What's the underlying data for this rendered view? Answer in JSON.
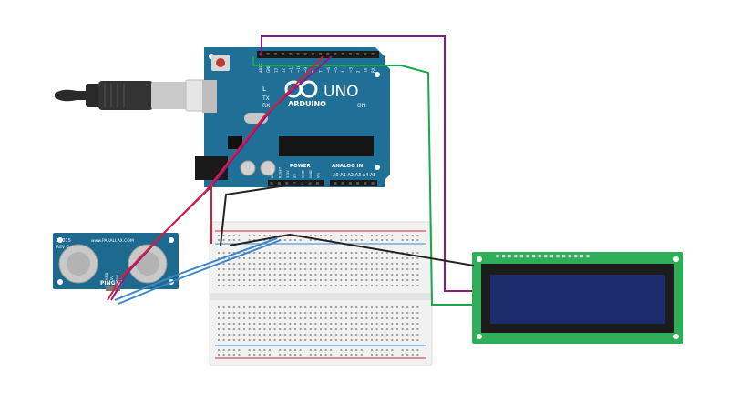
{
  "arduino": {
    "logo_text": "ARDUINO",
    "model": "UNO",
    "power_label": "POWER",
    "analog_label": "ANALOG IN",
    "power_pins": [
      "IOREF",
      "RESET",
      "3.3V",
      "5V",
      "GND",
      "GND",
      "Vin"
    ],
    "analog_pins": [
      "A0",
      "A1",
      "A2",
      "A3",
      "A4",
      "A5"
    ],
    "digital_header_labels": [
      "AREF",
      "GND",
      "13",
      "12",
      "~11",
      "~10",
      "~9",
      "8",
      "7",
      "~6",
      "~5",
      "4",
      "~3",
      "2",
      "TX 1",
      "RX 0"
    ],
    "board_labels": [
      "L",
      "TX",
      "RX",
      "ON"
    ]
  },
  "sensor": {
    "model_label": "28015",
    "rev_label": "REV C",
    "brand_label": "www.PARALLAX.COM",
    "ping_label": "PING)))",
    "pin_labels": [
      "GND",
      "5V",
      "SIG"
    ]
  },
  "colors": {
    "arduino_board": "#1f6f96",
    "lcd_pcb": "#2fae5a",
    "lcd_screen": "#1c2c6c",
    "sensor_pcb": "#1d6a8e",
    "wire_purple": "#8a1b87",
    "wire_green": "#19a84a",
    "wire_red": "#d61f3c",
    "wire_black": "#222222",
    "wire_blue": "#3c87c8",
    "usb_cable": "#2a2a2a"
  }
}
